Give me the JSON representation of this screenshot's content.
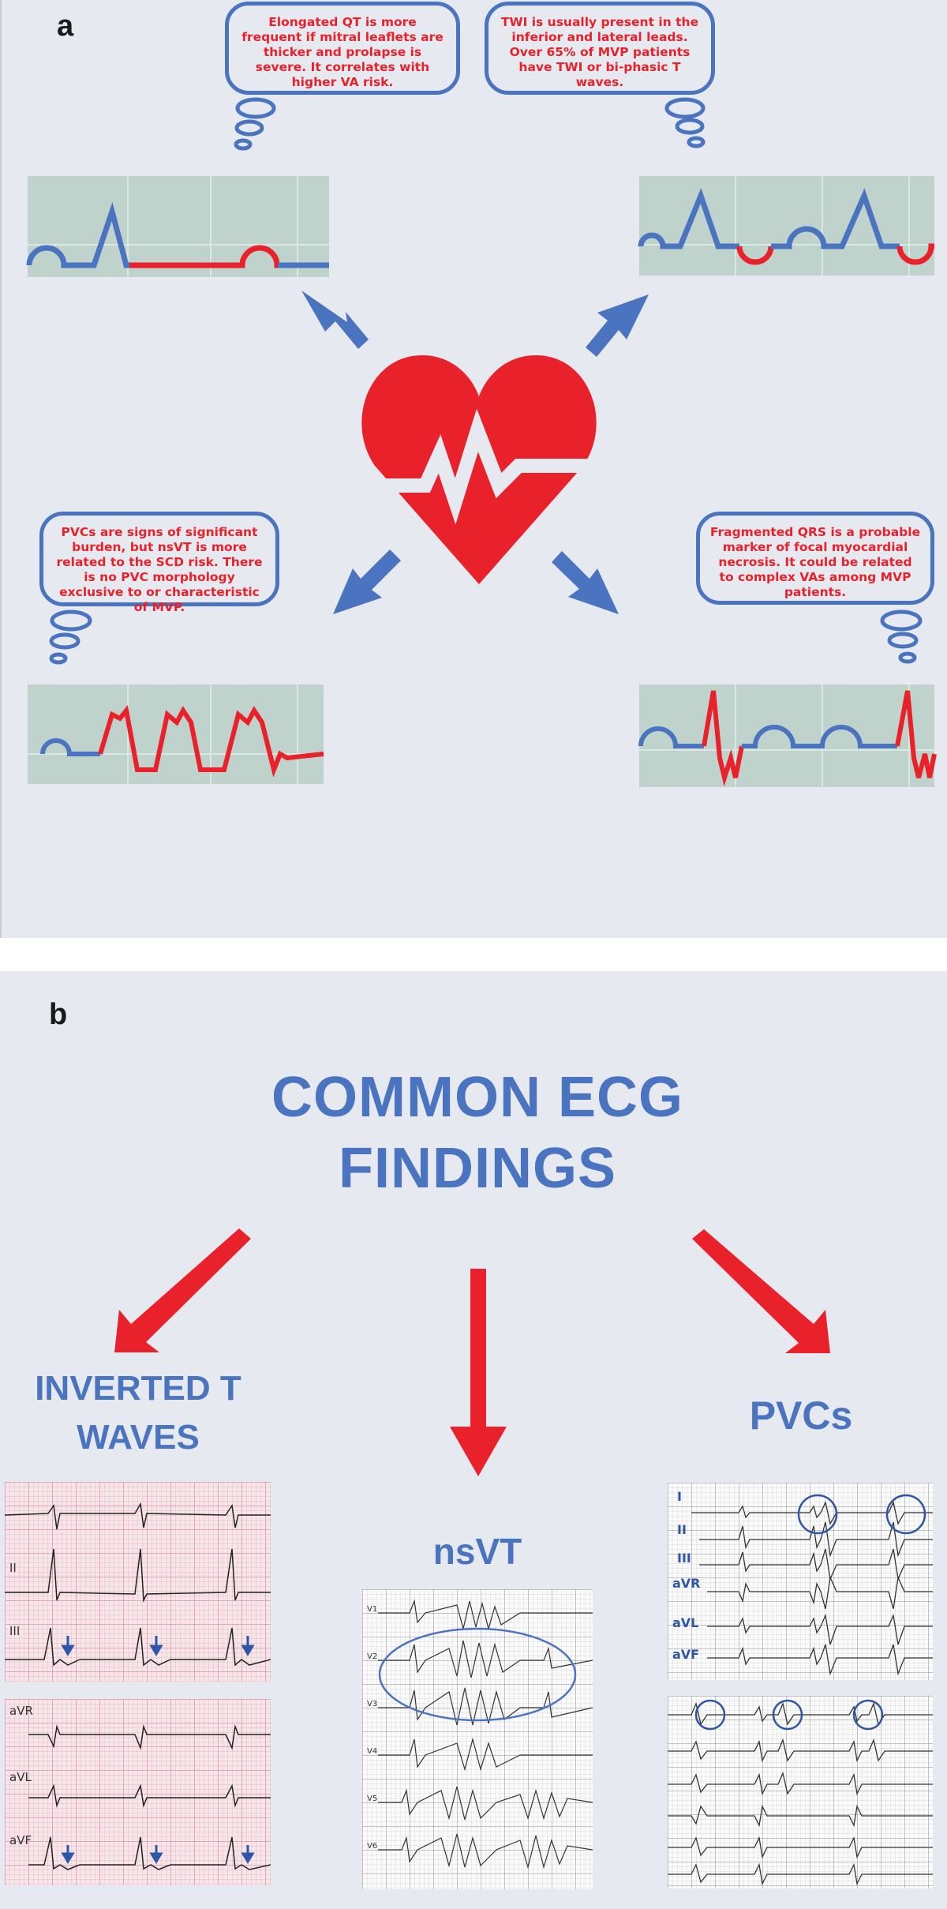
{
  "panel_a": {
    "letter": "a",
    "bubbles": {
      "qt": "Elongated QT is more frequent if mitral leaflets are thicker and prolapse is severe. It correlates with higher VA risk.",
      "twi": "TWI is usually present in the inferior and lateral leads. Over 65% of MVP patients have TWI or bi-phasic T waves.",
      "pvc": "PVCs are signs of significant burden, but nsVT is more related to the SCD risk. There is no PVC morphology exclusive to or characteristic of MVP.",
      "fqrs": "Fragmented QRS is a probable marker of focal myocardial necrosis. It could be related to complex VAs among MVP patients."
    },
    "icons": [
      "heart-pulse-icon",
      "arrow-icon",
      "thought-bubble-icon",
      "ecg-waveform-icon"
    ]
  },
  "panel_b": {
    "letter": "b",
    "title": "COMMON ECG FINDINGS",
    "labels": {
      "inverted_t": "INVERTED T WAVES",
      "nsvt": "nsVT",
      "pvcs": "PVCs"
    },
    "leads_inverted_top": [
      "II",
      "III"
    ],
    "leads_inverted_bottom": [
      "aVR",
      "aVL",
      "aVF"
    ],
    "leads_pvc_top": [
      "I",
      "II",
      "III",
      "aVR",
      "aVL",
      "aVF"
    ],
    "leads_nsvt": [
      "V1",
      "V2",
      "V3",
      "V4",
      "V5",
      "V6"
    ],
    "colors": {
      "blue": "#4a74bf",
      "red": "#e8212b",
      "panel": "#e6e9ef",
      "strip": "#bfd3cc"
    }
  }
}
